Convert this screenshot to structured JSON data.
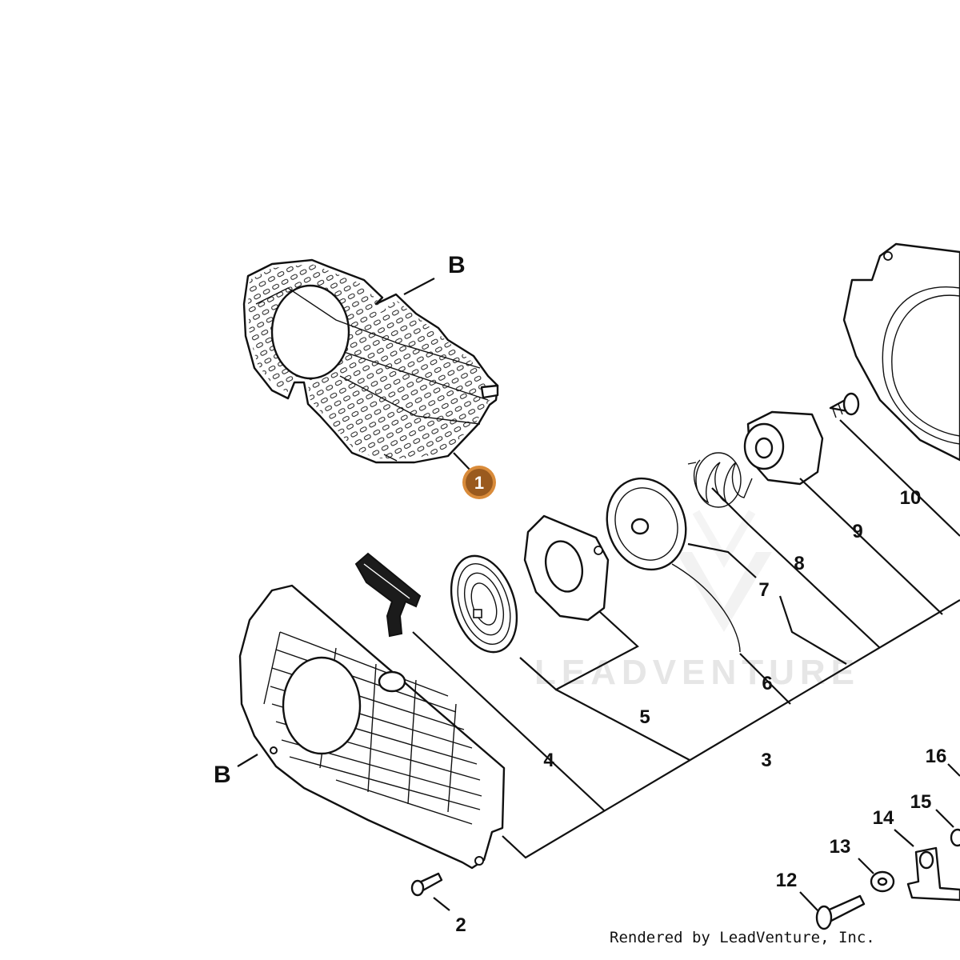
{
  "callouts": {
    "b_top": "B",
    "b_bottom": "B",
    "n1": "1",
    "n2": "2",
    "n3": "3",
    "n4": "4",
    "n5": "5",
    "n6": "6",
    "n7": "7",
    "n8": "8",
    "n9": "9",
    "n10": "10",
    "n12": "12",
    "n13": "13",
    "n14": "14",
    "n15": "15",
    "n16": "16"
  },
  "watermark": "LEADVENTURE",
  "credit": "Rendered by LeadVenture, Inc.",
  "colors": {
    "highlight_badge": "#9a5a1e",
    "badge_ring": "#d98b3a",
    "line": "#111111",
    "watermark": "#e6e6e6"
  }
}
